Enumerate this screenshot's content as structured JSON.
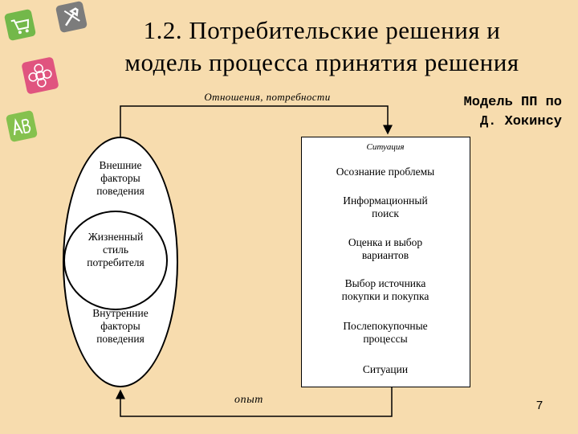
{
  "title": {
    "line1": "1.2. Потребительские решения и",
    "line2": "модель процесса принятия решения"
  },
  "model_label": {
    "line1": "Модель ПП по",
    "line2": "Д. Хокинсу"
  },
  "top_arrow_label": "Отношения, потребности",
  "bottom_arrow_label": "опыт",
  "ellipse": {
    "external_factors": [
      "Внешние",
      "факторы",
      "поведения"
    ],
    "lifestyle": [
      "Жизненный",
      "стиль",
      "потребителя"
    ],
    "internal_factors": [
      "Внутренние",
      "факторы",
      "поведения"
    ]
  },
  "process_steps": [
    {
      "lines": [
        "Ситуация"
      ]
    },
    {
      "lines": [
        "Осознание проблемы"
      ]
    },
    {
      "lines": [
        "Информационный",
        "поиск"
      ]
    },
    {
      "lines": [
        "Оценка и выбор",
        "вариантов"
      ]
    },
    {
      "lines": [
        "Выбор источника",
        "покупки и покупка"
      ]
    },
    {
      "lines": [
        "Послепокупочные",
        "процессы"
      ]
    },
    {
      "lines": [
        "Ситуации"
      ]
    }
  ],
  "page_number": "7",
  "decorations": {
    "tile_icons": [
      "cart-icon",
      "tools-icon",
      "flower-icon",
      "abc-icon"
    ],
    "tile_colors": [
      "#73b84a",
      "#7c7c7c",
      "#e0547f",
      "#85c14e"
    ]
  }
}
